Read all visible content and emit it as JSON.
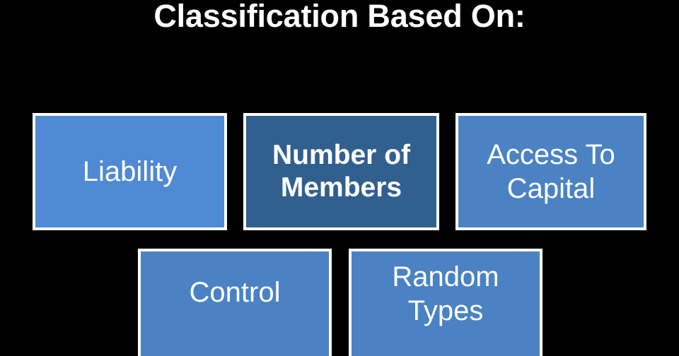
{
  "slide": {
    "background_color": "#000000",
    "title": "Classification Based On:",
    "title_color": "#ffffff"
  },
  "palette": {
    "light_blue": "#5089D4",
    "muted_blue": "#4A82C4",
    "dark_blue": "#31608F",
    "border": "#ffffff",
    "text": "#ffffff"
  },
  "diagram": {
    "top_row": [
      {
        "label": "Liability",
        "fill": "#5089D4",
        "emphasis": "normal"
      },
      {
        "label": "Number of Members",
        "fill": "#31608F",
        "emphasis": "bold"
      },
      {
        "label": "Access To Capital",
        "fill": "#4A82C4",
        "emphasis": "normal"
      }
    ],
    "bottom_row": [
      {
        "label": "Control",
        "fill": "#4A82C4",
        "emphasis": "normal"
      },
      {
        "label": "Random Types",
        "fill": "#4A82C4",
        "emphasis": "normal"
      }
    ]
  }
}
